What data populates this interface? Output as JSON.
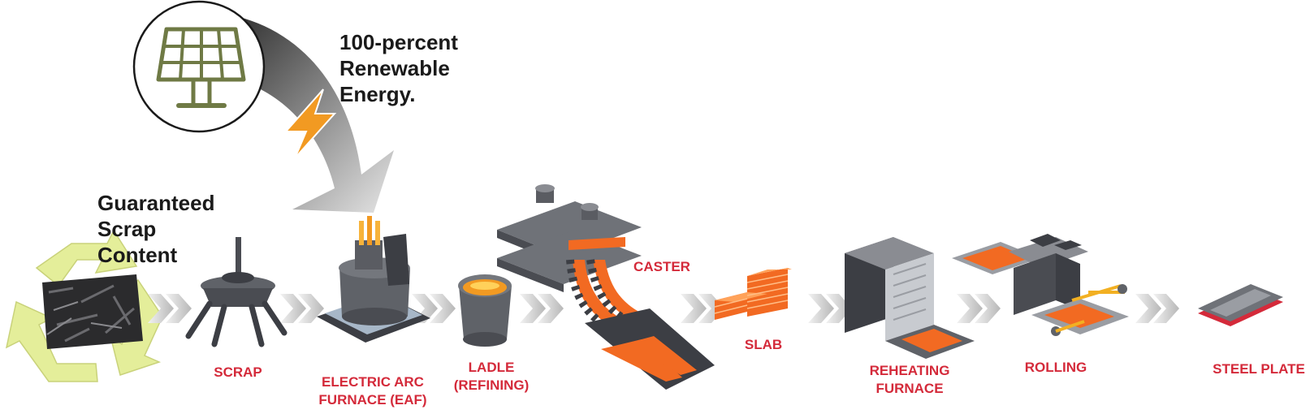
{
  "callouts": {
    "renewable_energy": [
      "100-percent",
      "Renewable",
      "Energy."
    ],
    "scrap_content": [
      "Guaranteed",
      "Scrap",
      "Content"
    ]
  },
  "process_steps": [
    {
      "id": "scrap",
      "label_lines": [
        "SCRAP"
      ]
    },
    {
      "id": "eaf",
      "label_lines": [
        "ELECTRIC ARC",
        "FURNACE (EAF)"
      ]
    },
    {
      "id": "ladle",
      "label_lines": [
        "LADLE",
        "(REFINING)"
      ]
    },
    {
      "id": "caster",
      "label_lines": [
        "CASTER"
      ]
    },
    {
      "id": "slab",
      "label_lines": [
        "SLAB"
      ]
    },
    {
      "id": "reheating",
      "label_lines": [
        "REHEATING",
        "FURNACE"
      ]
    },
    {
      "id": "rolling",
      "label_lines": [
        "ROLLING"
      ]
    },
    {
      "id": "plate",
      "label_lines": [
        "STEEL PLATE"
      ]
    }
  ],
  "icons": {
    "energy": "solar-panel-icon",
    "bolt": "lightning-bolt-icon",
    "recycle": "recycle-icon",
    "flow": "chevron-arrow-icon"
  },
  "colors": {
    "label_red": "#d42a3a",
    "molten_orange": "#f26a22",
    "machine_gray": "#5f6268",
    "recycle_yellow": "#e4ee9a",
    "solar_green": "#6f7a45",
    "bolt_orange": "#f29a22",
    "callout_text": "#1a1a1a"
  }
}
